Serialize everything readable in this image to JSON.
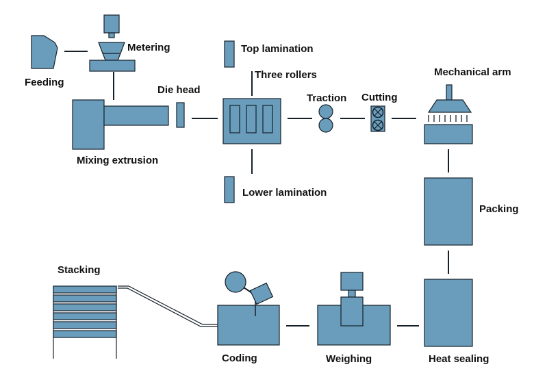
{
  "diagram": {
    "colors": {
      "block": "#6a9dbb",
      "outline": "#16202a",
      "text": "#111111"
    },
    "labels": {
      "feeding": "Feeding",
      "metering": "Metering",
      "mixing_extrusion": "Mixing extrusion",
      "die_head": "Die head",
      "top_lamination": "Top lamination",
      "three_rollers": "Three rollers",
      "lower_lamination": "Lower lamination",
      "traction": "Traction",
      "cutting": "Cutting",
      "mechanical_arm": "Mechanical arm",
      "packing": "Packing",
      "heat_sealing": "Heat sealing",
      "weighing": "Weighing",
      "coding": "Coding",
      "stacking": "Stacking"
    }
  }
}
